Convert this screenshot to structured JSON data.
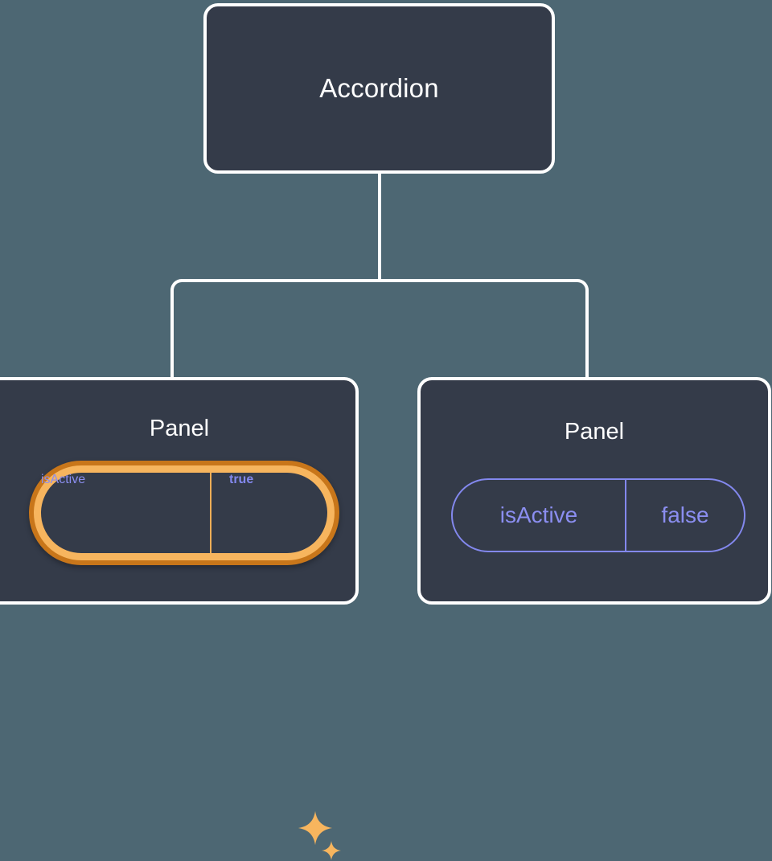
{
  "diagram": {
    "type": "component-tree",
    "background_color": "#4d6773",
    "node_fill_color": "#343b49",
    "node_border_color": "#ffffff",
    "connector_color": "#ffffff",
    "prop_text_color": "#8b8ef0",
    "highlight_outer_color": "#c8761a",
    "highlight_inner_color": "#f7b55e",
    "sparkle_color": "#f7b55e"
  },
  "root": {
    "title": "Accordion"
  },
  "children": [
    {
      "title": "Panel",
      "highlighted": true,
      "prop": {
        "key": "isActive",
        "value": "true"
      },
      "sparkles": {
        "large": "sparkle-icon",
        "small": "sparkle-icon"
      }
    },
    {
      "title": "Panel",
      "highlighted": false,
      "prop": {
        "key": "isActive",
        "value": "false"
      }
    }
  ]
}
